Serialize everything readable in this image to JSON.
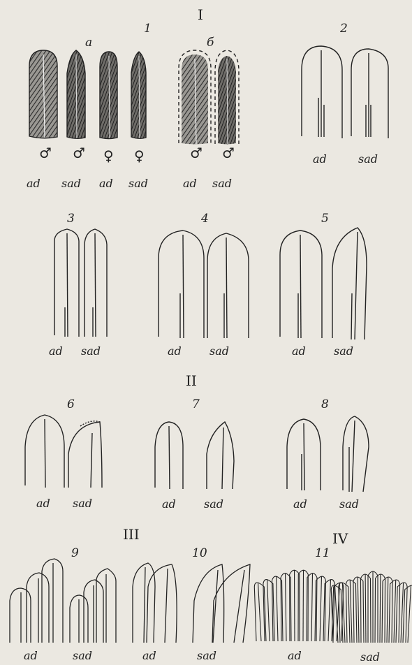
{
  "sections": [
    "I",
    "II",
    "III",
    "IV"
  ],
  "sub_labels": [
    "а",
    "б"
  ],
  "figure_numbers": [
    "1",
    "2",
    "3",
    "4",
    "5",
    "6",
    "7",
    "8",
    "9",
    "10",
    "11"
  ],
  "age_labels": [
    "ad",
    "sad",
    "ad",
    "sad",
    "ad",
    "sad",
    "ad",
    "sad",
    "ad",
    "sad",
    "ad",
    "sad",
    "ad",
    "sad",
    "ad",
    "sad",
    "ad",
    "sad",
    "ad",
    "sad",
    "ad",
    "sad",
    "ad",
    "sad"
  ],
  "sex_symbols": [
    "♂",
    "♂",
    "♀",
    "♀",
    "♂",
    "♂"
  ]
}
